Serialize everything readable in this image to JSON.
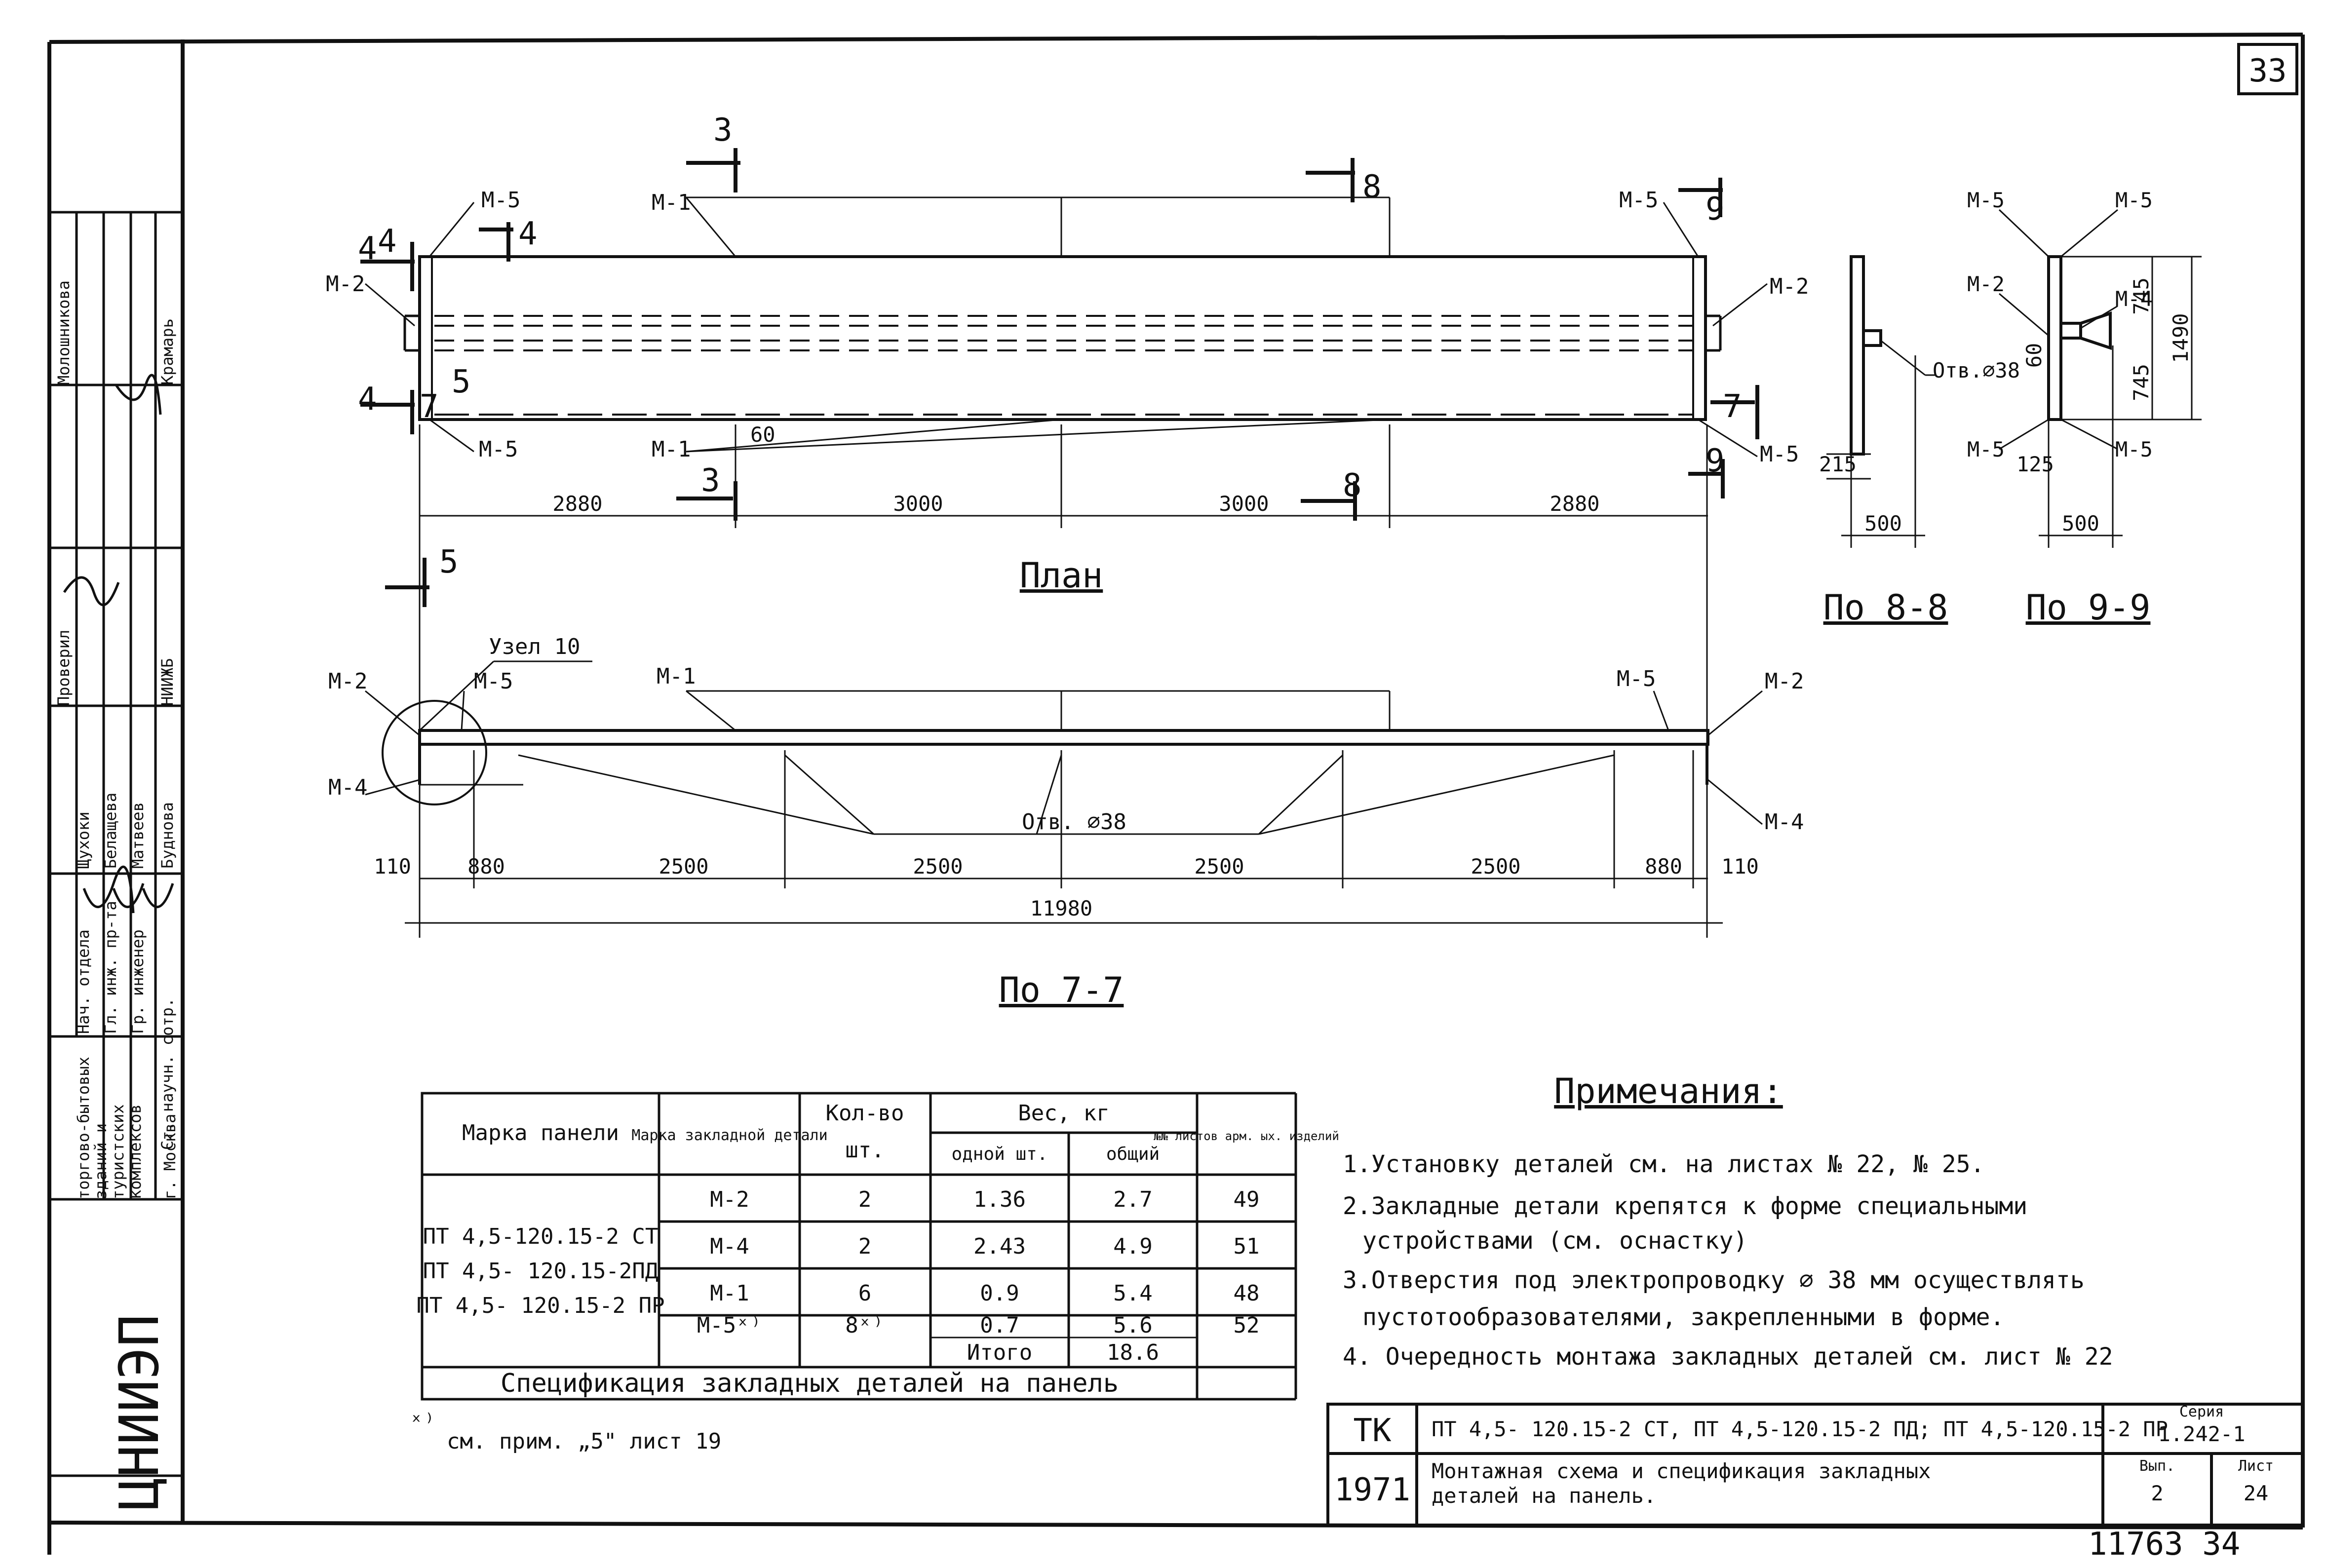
{
  "sheet": {
    "page_number": "33",
    "bottom_numbers": "11763  34"
  },
  "views": {
    "plan": {
      "title": "План",
      "marks": {
        "m5_tl": "М-5",
        "m1_t": "М-1",
        "m5_tr": "М-5",
        "m2_l": "М-2",
        "m2_r": "М-2",
        "m5_bl": "М-5",
        "m1_b": "М-1",
        "m5_br": "М-5"
      },
      "dims": [
        "2880",
        "3000",
        "3000",
        "2880"
      ],
      "dim60": "60"
    },
    "section77": {
      "title": "По 7-7",
      "node": "Узел 10",
      "marks": {
        "m2_l": "М-2",
        "m5_l": "М-5",
        "m1": "М-1",
        "m5_r": "М-5",
        "m2_r": "М-2",
        "m4_l": "М-4",
        "m4_r": "М-4"
      },
      "hole": "Отв. ⌀38",
      "dims": [
        "110",
        "880",
        "2500",
        "2500",
        "2500",
        "2500",
        "880",
        "110"
      ],
      "total": "11980"
    },
    "section88": {
      "title": "По 8-8",
      "hole": "Отв.⌀38",
      "dims": {
        "h": "215",
        "w": "500"
      }
    },
    "section99": {
      "title": "По 9-9",
      "marks": {
        "m5a": "М-5",
        "m5b": "М-5",
        "m2": "М-2",
        "m4": "М-4",
        "m5c": "М-5",
        "m5d": "М-5"
      },
      "dims": {
        "a": "745",
        "b": "745",
        "total": "1490",
        "c": "60",
        "d": "125",
        "w": "500"
      }
    }
  },
  "cuts": {
    "c3t": "3",
    "c8t": "8",
    "c9t": "9",
    "c4a": "4",
    "c4b": "4",
    "c4c": "4",
    "c7a": "7",
    "c5a": "5",
    "c3b": "3",
    "c8b": "8",
    "c9b": "9",
    "c7b": "7",
    "c5b": "5"
  },
  "spec": {
    "headers": {
      "mark": "Марка панели",
      "part": "Марка закладной детали",
      "qty_h": "Кол-во",
      "qty_unit": "шт.",
      "weight": "Вес, кг",
      "one": "одной шт.",
      "total": "общий",
      "sheets": "№№ листов арм. ых. изделий"
    },
    "panels": [
      "ПТ 4,5-120.15-2 СТ",
      "ПТ 4,5- 120.15-2ПД",
      "ПТ 4,5- 120.15-2 ПР"
    ],
    "rows": [
      {
        "part": "М-2",
        "qty": "2",
        "one": "1.36",
        "total": "2.7",
        "sheet": "49"
      },
      {
        "part": "М-4",
        "qty": "2",
        "one": "2.43",
        "total": "4.9",
        "sheet": "51"
      },
      {
        "part": "М-1",
        "qty": "6",
        "one": "0.9",
        "total": "5.4",
        "sheet": "48"
      },
      {
        "part": "М-5ˣ⁾",
        "qty": "8ˣ⁾",
        "one": "0.7",
        "total": "5.6",
        "sheet": "52"
      }
    ],
    "itogo_label": "Итого",
    "itogo": "18.6",
    "caption": "Спецификация закладных деталей на панель",
    "footnote_mark": "ˣ⁾",
    "footnote": "см. прим. „5\" лист 19"
  },
  "notes": {
    "title": "Примечания:",
    "items": [
      "1.Установку деталей см. на листах № 22, № 25.",
      "2.Закладные детали крепятся к форме специальными",
      "устройствами (см. оснастку)",
      "3.Отверстия под электропроводку ⌀ 38 мм осуществлять",
      "пустотообразователями, закрепленными в форме.",
      "4. Очередность монтажа закладных деталей см. лист № 22"
    ]
  },
  "titleblock": {
    "code": "ТК",
    "year": "1971",
    "panels": "ПТ 4,5- 120.15-2 СТ, ПТ 4,5-120.15-2 ПД; ПТ 4,5-120.15-2 ПР",
    "desc1": "Монтажная схема и спецификация закладных",
    "desc2": "деталей на панель.",
    "seria_label": "Серия",
    "seria": "1.242-1",
    "vyp_label": "Вып.",
    "vyp": "2",
    "list_label": "Лист",
    "list": "24"
  },
  "sidebar": {
    "org": "ЦНИИЭП",
    "org_full1": "торгово-бытовых",
    "org_full2": "зданий и",
    "org_full3": "туристских",
    "org_full4": "комплексов",
    "city": "г. Москва",
    "rows": [
      {
        "role": "Нач. отдела",
        "name": "Щухоки"
      },
      {
        "role": "Гл. инж. пр-та",
        "name": "Белащева"
      },
      {
        "role": "Гр. инженер",
        "name": "Матвеев"
      },
      {
        "role": "Инженер",
        "name": "Буднова"
      },
      {
        "role": "НИИЖБ",
        "name": ""
      },
      {
        "role": "Проверил",
        "name": ""
      },
      {
        "role": "Ст. научн. сотр.",
        "name": "Крамарь"
      },
      {
        "role": "",
        "name": "Молошникова"
      }
    ]
  }
}
